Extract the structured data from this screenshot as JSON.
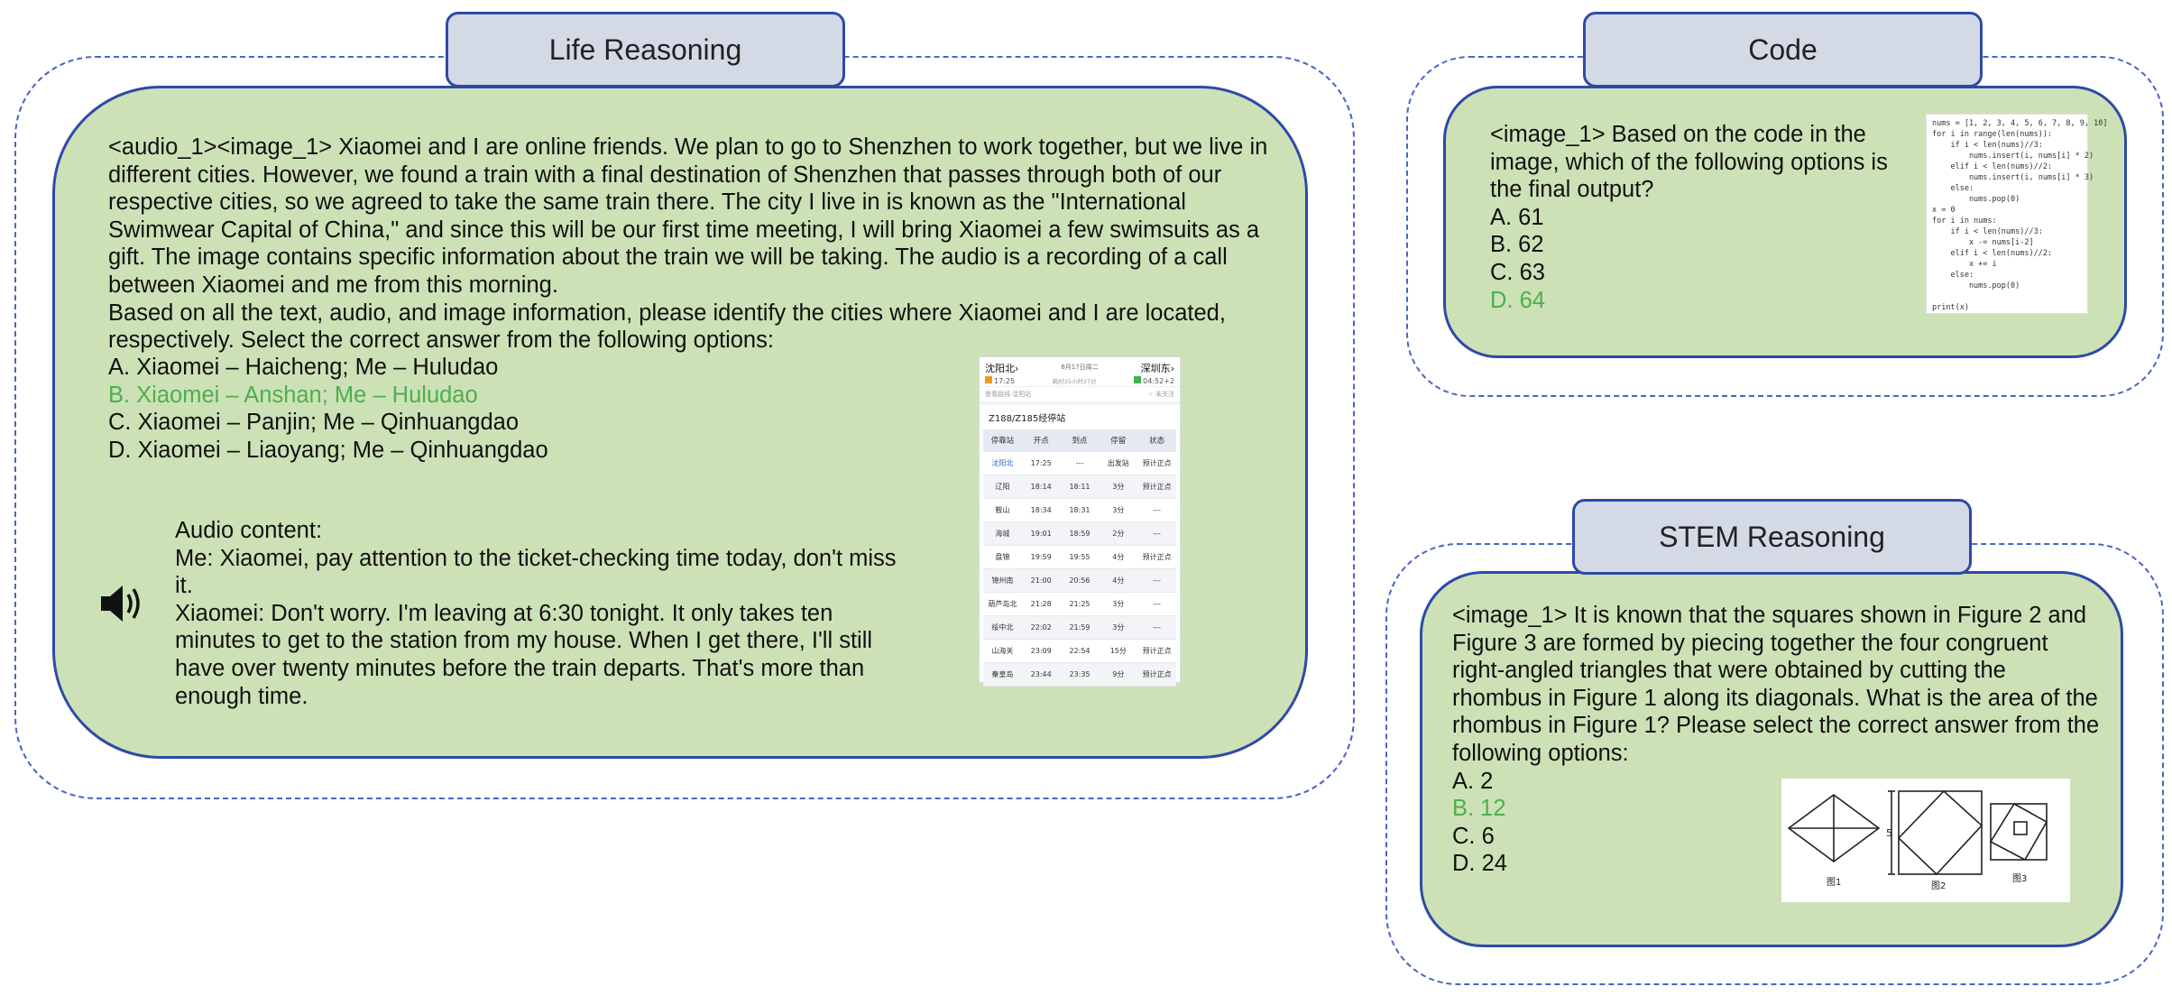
{
  "panels": {
    "life": {
      "title": "Life Reasoning",
      "question": "<audio_1><image_1> Xiaomei and I are online friends. We plan to go to Shenzhen to work together, but we live in different cities. However, we found a train with a final destination of Shenzhen that passes through both of our respective cities, so we agreed to take the same train there. The city I live in is known as the \"International Swimwear Capital of China,\" and since this will be our first time meeting, I will bring Xiaomei a few swimsuits as a gift. The image contains specific information about the train we will be taking. The audio is a recording of a call between Xiaomei and me from this morning.",
      "instruction": "Based on all the text, audio, and image information, please identify the cities where Xiaomei and I are located, respectively. Select the correct answer from the following options:",
      "options": [
        {
          "label": "A. Xiaomei – Haicheng; Me – Huludao",
          "correct": false
        },
        {
          "label": "B. Xiaomei – Anshan; Me – Huludao",
          "correct": true
        },
        {
          "label": "C. Xiaomei – Panjin; Me – Qinhuangdao",
          "correct": false
        },
        {
          "label": "D. Xiaomei – Liaoyang; Me – Qinhuangdao",
          "correct": false
        }
      ],
      "audio_title": "Audio content:",
      "audio_lines": [
        "Me: Xiaomei, pay attention to the ticket-checking time today, don't miss it.",
        "Xiaomei: Don't worry. I'm leaving at 6:30 tonight. It only takes ten minutes to get to the station from my house. When I get there, I'll still have over twenty minutes before the train departs. That's more than enough time."
      ],
      "speaker_icon": "speaker-icon",
      "train_image": {
        "from": "沈阳北›",
        "to": "深圳东›",
        "date": "6月17日周二",
        "sub": "耗时35小时27分",
        "dep_time": "17:25",
        "arr_time": "04:52+2",
        "info": "查看路线·沈阳站",
        "follow": "☆ 未关注",
        "train_no": "Z188/Z185经停站",
        "headers": [
          "停靠站",
          "开点",
          "到点",
          "停留",
          "状态"
        ],
        "rows": [
          [
            "沈阳北",
            "17:25",
            "---",
            "出发站",
            "预计正点"
          ],
          [
            "辽阳",
            "18:14",
            "18:11",
            "3分",
            "预计正点"
          ],
          [
            "鞍山",
            "18:34",
            "18:31",
            "3分",
            "---"
          ],
          [
            "海城",
            "19:01",
            "18:59",
            "2分",
            "---"
          ],
          [
            "盘锦",
            "19:59",
            "19:55",
            "4分",
            "预计正点"
          ],
          [
            "锦州南",
            "21:00",
            "20:56",
            "4分",
            "---"
          ],
          [
            "葫芦岛北",
            "21:28",
            "21:25",
            "3分",
            "---"
          ],
          [
            "绥中北",
            "22:02",
            "21:59",
            "3分",
            "---"
          ],
          [
            "山海关",
            "23:09",
            "22:54",
            "15分",
            "预计正点"
          ],
          [
            "秦皇岛",
            "23:44",
            "23:35",
            "9分",
            "预计正点"
          ]
        ]
      }
    },
    "code": {
      "title": "Code",
      "question": "<image_1> Based on the code in the image, which of the following options is the final output?",
      "options": [
        {
          "label": "A. 61",
          "correct": false
        },
        {
          "label": "B. 62",
          "correct": false
        },
        {
          "label": "C. 63",
          "correct": false
        },
        {
          "label": "D. 64",
          "correct": true
        }
      ],
      "code_lines": [
        "nums = [1, 2, 3, 4, 5, 6, 7, 8, 9, 10]",
        "for i in range(len(nums)):",
        "    if i < len(nums)//3:",
        "        nums.insert(i, nums[i] * 2)",
        "    elif i < len(nums)//2:",
        "        nums.insert(i, nums[i] * 3)",
        "    else:",
        "        nums.pop(0)",
        "x = 0",
        "for i in nums:",
        "    if i < len(nums)//3:",
        "        x -= nums[i-2]",
        "    elif i < len(nums)//2:",
        "        x += i",
        "    else:",
        "        nums.pop(0)",
        "",
        "print(x)"
      ]
    },
    "stem": {
      "title": "STEM Reasoning",
      "question": "<image_1> It is known that the squares shown in Figure 2 and Figure 3 are formed by piecing together the four congruent right-angled triangles that were obtained by cutting the rhombus in Figure 1 along its diagonals. What is the area of the rhombus in Figure 1? Please select the correct answer from the following options:",
      "options": [
        {
          "label": "A. 2",
          "correct": false
        },
        {
          "label": "B. 12",
          "correct": true
        },
        {
          "label": "C. 6",
          "correct": false
        },
        {
          "label": "D. 24",
          "correct": false
        }
      ],
      "figure": {
        "side_label": "5",
        "captions": [
          "图1",
          "图2",
          "图3"
        ]
      }
    }
  },
  "colors": {
    "panel_bg": "#cde1b6",
    "border": "#2e4aa8",
    "tab_bg": "#d4d9e6",
    "correct": "#4caf50"
  }
}
